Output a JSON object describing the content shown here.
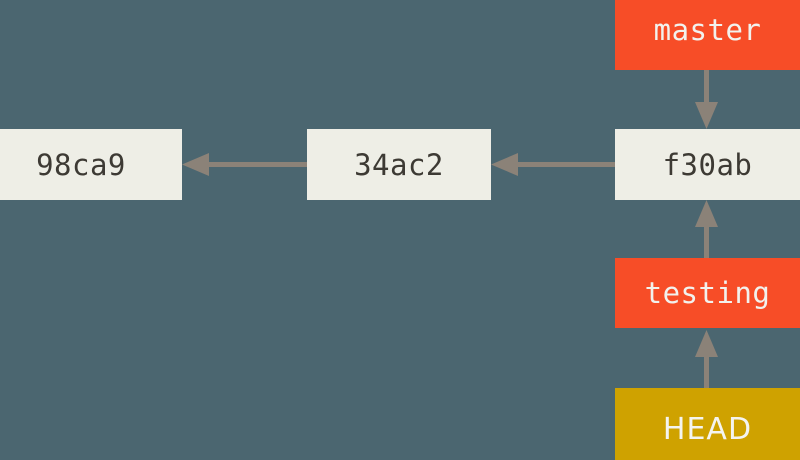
{
  "diagram": {
    "title": "git-branch-head-diagram",
    "background_color": "#4b6670",
    "arrow_color": "#8b8278",
    "commit_box_color": "#eeeee6",
    "branch_box_color": "#f74d27",
    "head_box_color": "#cfa200",
    "commits": [
      {
        "id": "commit-98ca9",
        "label": "98ca9"
      },
      {
        "id": "commit-34ac2",
        "label": "34ac2"
      },
      {
        "id": "commit-f30ab",
        "label": "f30ab"
      }
    ],
    "branches": [
      {
        "id": "branch-master",
        "label": "master"
      },
      {
        "id": "branch-testing",
        "label": "testing"
      }
    ],
    "pointers": [
      {
        "id": "head-pointer",
        "label": "HEAD"
      }
    ],
    "edges": [
      {
        "id": "edge-34ac2-to-98ca9",
        "from": "34ac2",
        "to": "98ca9",
        "direction": "left"
      },
      {
        "id": "edge-f30ab-to-34ac2",
        "from": "f30ab",
        "to": "34ac2",
        "direction": "left"
      },
      {
        "id": "edge-master-to-f30ab",
        "from": "master",
        "to": "f30ab",
        "direction": "down"
      },
      {
        "id": "edge-testing-to-f30ab",
        "from": "testing",
        "to": "f30ab",
        "direction": "up"
      },
      {
        "id": "edge-head-to-testing",
        "from": "HEAD",
        "to": "testing",
        "direction": "up"
      }
    ]
  }
}
